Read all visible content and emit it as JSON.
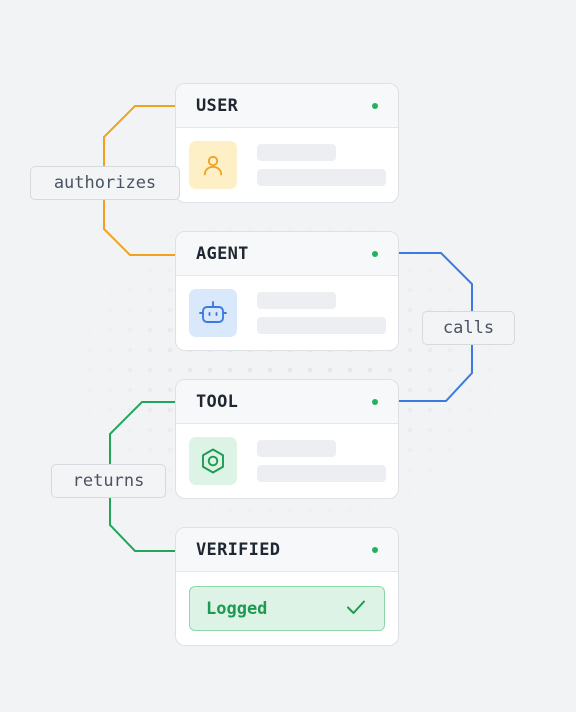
{
  "nodes": [
    {
      "id": "user",
      "title": "USER",
      "icon": "user-icon",
      "icon_color": "#f0a21f",
      "tile_color": "#fdefc6"
    },
    {
      "id": "agent",
      "title": "AGENT",
      "icon": "robot-icon",
      "icon_color": "#3b7be0",
      "tile_color": "#d9e8fb"
    },
    {
      "id": "tool",
      "title": "TOOL",
      "icon": "hexagon-nut-icon",
      "icon_color": "#1f9a52",
      "tile_color": "#dcf3e5"
    },
    {
      "id": "verified",
      "title": "VERIFIED",
      "result": "Logged",
      "result_icon": "check-icon"
    }
  ],
  "edges": [
    {
      "from": "user",
      "to": "agent",
      "label": "authorizes",
      "color": "#f0a21f",
      "side": "left"
    },
    {
      "from": "agent",
      "to": "tool",
      "label": "calls",
      "color": "#3b7be0",
      "side": "right"
    },
    {
      "from": "tool",
      "to": "verified",
      "label": "returns",
      "color": "#22a558",
      "side": "left"
    }
  ],
  "colors": {
    "status_dot": "#22b35e",
    "background": "#f1f3f5"
  }
}
